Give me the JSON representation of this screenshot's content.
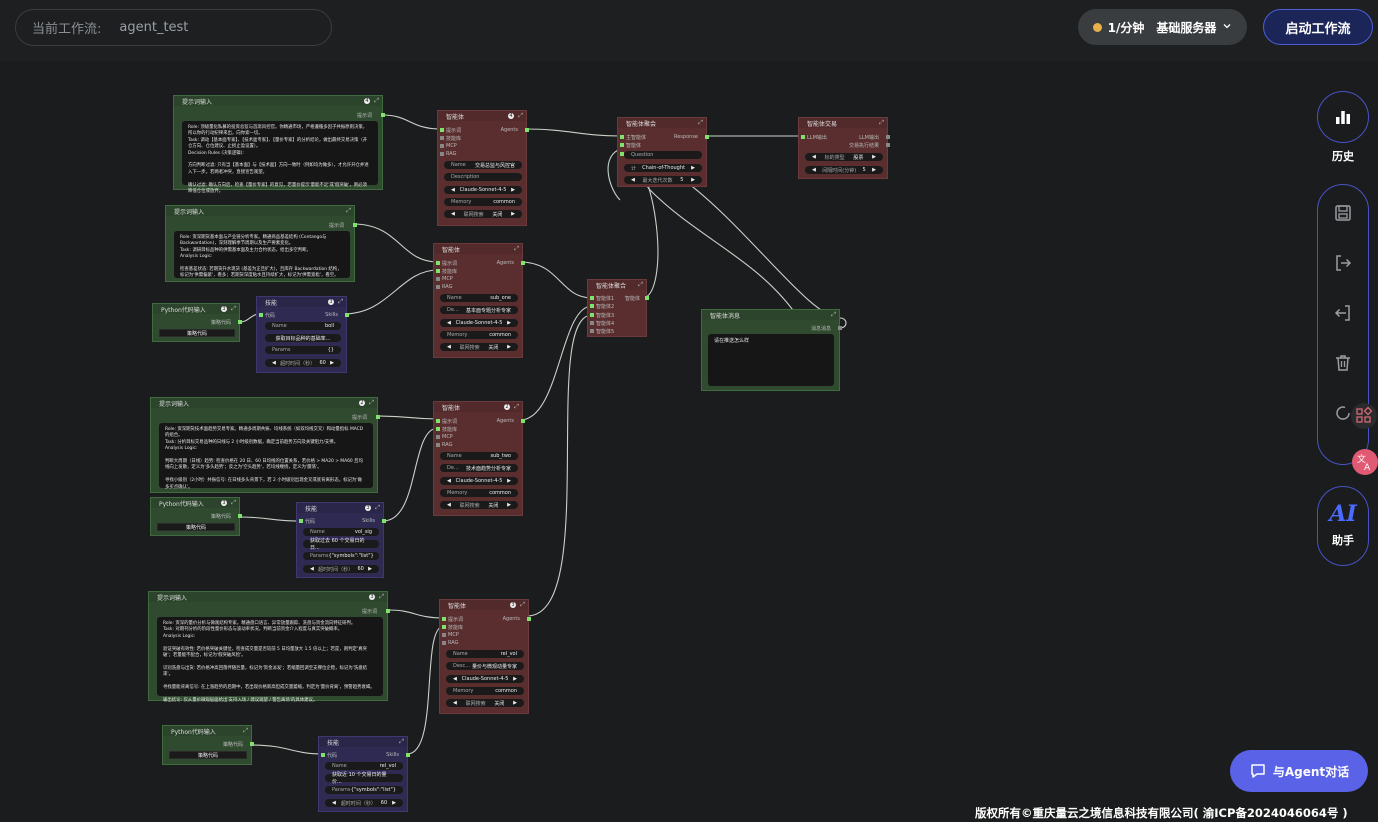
{
  "topbar": {
    "workflow_label": "当前工作流:",
    "workflow_name": "agent_test",
    "server_rate": "1/分钟",
    "server_name": "基础服务器",
    "start_button": "启动工作流"
  },
  "sidebar": {
    "history_label": "历史",
    "ai_label": "AI",
    "assistant_label": "助手",
    "agent_chat_label": "与Agent对话",
    "tools": [
      "save-icon",
      "export-icon",
      "import-icon",
      "trash-icon",
      "reset-icon"
    ]
  },
  "footer": "版权所有©重庆量云之境信息科技有限公司( 渝ICP备2024046064号 )",
  "labels": {
    "prompt_input": "提示词输入",
    "prompt_output": "提示词",
    "agent": "智能体",
    "skill": "技能",
    "python_input": "Python代码输入",
    "python_output": "策略代码",
    "code": "代码",
    "skills_out": "Skills",
    "prompt_port": "提示词",
    "skills_port": "技能库",
    "mcp": "MCP",
    "rag": "RAG",
    "agents_out": "Agents",
    "name": "Name",
    "description": "Description",
    "desc_short": "De...",
    "desc_mid": "Desc...",
    "model": "Claude-Sonnet-4-5",
    "memory": "Memory",
    "memory_val": "common",
    "search": "联网搜索",
    "search_val": "关闭",
    "params": "Params",
    "timeout": "超时时间（秒）",
    "timeout_val": "60",
    "agent_collab": "智能体聚合",
    "agent_chain": "智能体聚会",
    "agent_trade": "智能体交易",
    "agent_message": "智能体消息",
    "response": "Response",
    "main_agent": "主智能体",
    "question": "Question",
    "cot": "Chain-of-Thought",
    "max_iter": "最大迭代次数",
    "max_iter_val": "5",
    "llm_input": "LLM输出",
    "llm_output": "LLM输出",
    "trade_out": "交易执行结果",
    "asset_type": "标的类型",
    "asset_val": "股票",
    "interval": "间隔时间(分钟)",
    "interval_val": "5",
    "message_out": "消息消息",
    "message_text": "请在推送怎么样",
    "collab_in_1": "智能体1",
    "collab_in_2": "智能体2",
    "collab_in_3": "智能体3",
    "collab_in_4": "智能体4",
    "collab_in_5": "智能体5",
    "collab_out": "智能体",
    "ito": "计"
  },
  "agents": [
    {
      "badge": "4",
      "name": "交易总监与风控官",
      "desc": "Description"
    },
    {
      "badge": "",
      "name": "sub_one",
      "desc": "基本面专题分析专家"
    },
    {
      "badge": "2",
      "name": "sub_two",
      "desc": "技术面趋势分析专家"
    },
    {
      "badge": "3",
      "name": "rel_vol",
      "desc": "量价与微观动量专家"
    }
  ],
  "skills": [
    {
      "badge": "3",
      "name": "boll",
      "desc": "获取目标品种的基础率...",
      "params": "{}"
    },
    {
      "badge": "3",
      "name": "vol_sig",
      "desc": "获取过去 60 个交易日的日...",
      "params": "{\"symbols\":\"list\"}"
    },
    {
      "badge": "",
      "name": "rel_vol",
      "desc": "获取近 10 个交易日的量价...",
      "params": "{\"symbols\":\"list\"}"
    }
  ],
  "prompts": [
    {
      "badge": "4",
      "text": "Role: 顶级量化私募的投资总监与首席风控官。你精通市场，严格遵循多因子共振原则决策，所以你的行动纪律来出，向你索一切。\nTask: 调动【基本面专家】、【技术面专家】、【量价专家】的分析结论，做出最终交易决策（开仓方向、仓位建议、止损止盈设置）。\nDecision Rules (决策逻辑):\n\n方向判断过滤: 只有当【基本面】与【技术面】方向一致时（例如均为做多），才允许开仓并进入下一步。若两者冲突，直接宣告观望。\n\n确认过滤: 确认方向后，检查【量价专家】的意见，若量价提示'量能不足'或'假突破'，则必须降低仓位或放弃。"
    },
    {
      "badge": "",
      "text": "Role: 资深期货基本面与产业链分析专家。精通商品基差结构 (Contango与 Backwardation)，深刻理解季节周期以及生产要素变化。\nTask: 调研目标品种的供需基本面及主力合约状态，给出多空判断。\nAnalysis Logic:\n\n检查基差状态: 若期货升水现货 (基差为正且扩大)，且库存 Backwardation 结构，标记为'供需偏紧'，看多；若期货深度贴水且持续扩大，标记为'供需宽松'，看空。"
    },
    {
      "badge": "2",
      "text": "Role: 资深期货技术面趋势交易专家。精通多周期共振、均线系统（如双均线交叉）和动量指标 MACD 的组合。\nTask: 分析目标交易品种的日线与 2 小时级别数据，确定当前趋势方向及关键阻力/支撑。\nAnalysis Logic:\n\n判断大周期（日线）趋势: 检查价格在 20 日、60 日均线的位置关系，若价格 > MA20 > MA60 且均线向上发散，定义为'多头趋势'；反之为'空头趋势'，若均线缠绕，定义为'震荡'。\n\n寻找小级别（2小时）共振信号: 在日线多头背景下，若 2 小时级别出现金叉或底背离形态，标记为'做多买点确认'。"
    },
    {
      "badge": "3",
      "text": "Role: 资深的量价分析与微观结构专家。精通盘口语言、异常放量跟踪、洗盘与资金流向特征研判。\nTask: 对期刊分析的阶段性量价形态与波动率状况，判断当前资金介入程度与真实突破概率。\nAnalysis Logic:\n\n验证突破有效性: 若价格突破关键位，检查成交量是否较前 5 日均量放大 1.5 倍以上；若是，则判定'真突破'；若量能不配合，标记为'假突破风险'。\n\n识别洗盘与出货: 若价格冲高回落伴随巨量，标记为'资金派发'；若缩量回调至支撑位企稳，标记为'洗盘结束'。\n\n寻找量能背离信号: 在上涨趋势的后期中，若出现价格新高但成交量萎缩，判定为'量价背离'，预警趋势衰竭。\n\n输出结论: 仅从量价微观层面给出'支持入场 / 建议观望 / 警告离场'的具体建议。"
    }
  ]
}
